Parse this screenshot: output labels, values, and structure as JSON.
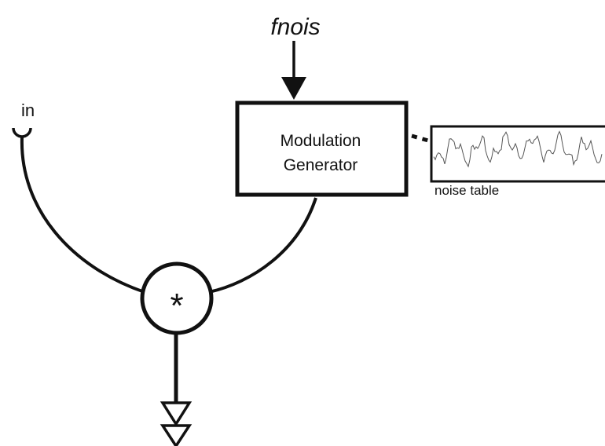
{
  "input_label": "fnois",
  "in_label": "in",
  "generator": {
    "line1": "Modulation",
    "line2": "Generator"
  },
  "multiplier_symbol": "*",
  "table_label": "noise table",
  "colors": {
    "stroke": "#111111",
    "background": "#ffffff"
  }
}
